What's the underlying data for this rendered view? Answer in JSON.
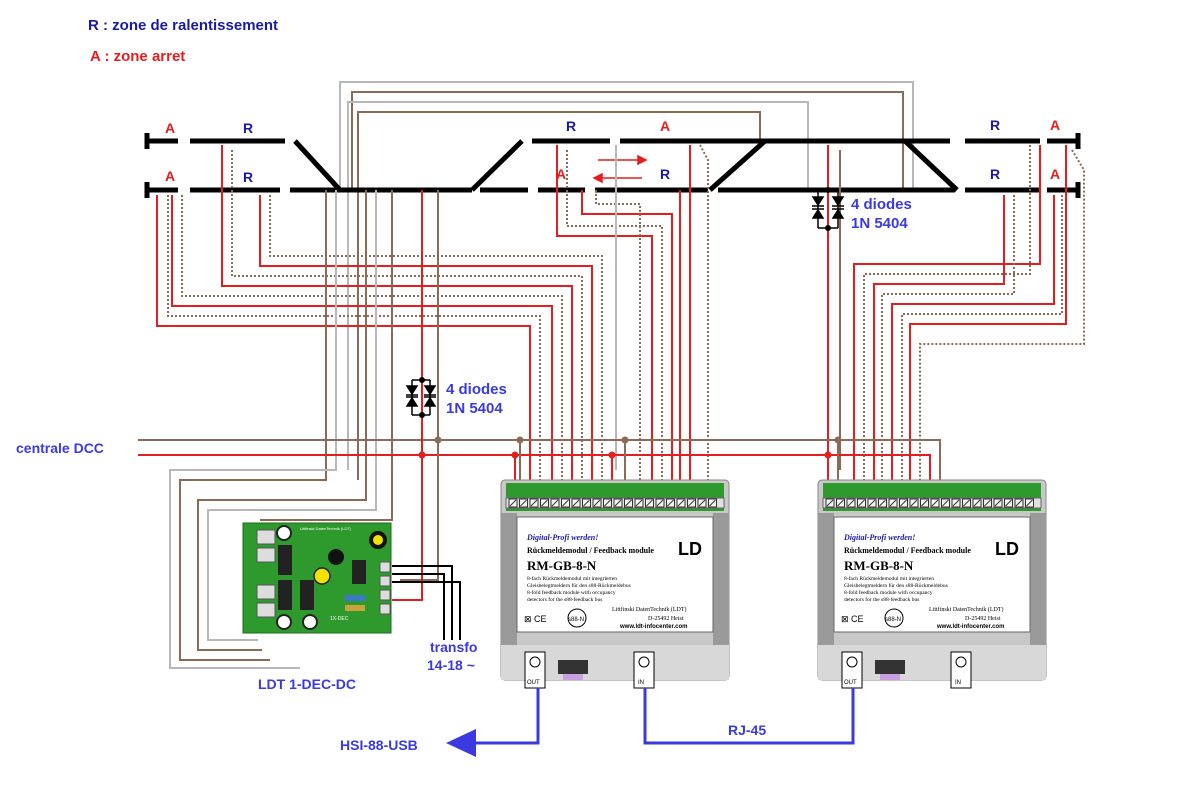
{
  "legend": {
    "r_line": "R : zone de ralentissement",
    "a_line": "A : zone arret"
  },
  "track_labels": {
    "top": [
      "A",
      "R",
      "R",
      "A",
      "R",
      "A"
    ],
    "bottom": [
      "A",
      "R",
      "A",
      "R",
      "R",
      "A"
    ]
  },
  "diodes": {
    "left": {
      "line1": "4 diodes",
      "line2": "1N 5404"
    },
    "right": {
      "line1": "4 diodes",
      "line2": "1N 5404"
    }
  },
  "centrale_label": "centrale DCC",
  "transfo": {
    "line1": "transfo",
    "line2": "14-18 ~"
  },
  "decoder": {
    "label": "LDT 1-DEC-DC",
    "board_title": "Littfinski DatenTechnik (LDT)",
    "board_model": "1X-DEC"
  },
  "modules": [
    {
      "slogan": "Digital-Profi werden!",
      "title": "Rückmeldemodul / Feedback module",
      "model": "RM-GB-8-N",
      "desc1": "8-fach Rückmeldemodul mit integrierten",
      "desc2": "Gleisbelegtmeldern für den s88-Rückmeldebus",
      "desc3": "8-fold feedback module with occupancy",
      "desc4": "detectors for the s88-feedback bus",
      "maker": "Littfinski DatenTechnik (LDT)",
      "city": "D-25492 Heist",
      "web": "www.ldt-infocenter.com",
      "bus_badge": "s88-N",
      "logo": "LD",
      "port_left": "OUT",
      "port_right": "IN"
    },
    {
      "slogan": "Digital-Profi werden!",
      "title": "Rückmeldemodul / Feedback module",
      "model": "RM-GB-8-N",
      "desc1": "8-fach Rückmeldemodul mit integrierten",
      "desc2": "Gleisbelegtmeldern für den s88-Rückmeldebus",
      "desc3": "8-fold feedback module with occupancy",
      "desc4": "detectors for the s88-feedback bus",
      "maker": "Littfinski DatenTechnik (LDT)",
      "city": "D-25492 Heist",
      "web": "www.ldt-infocenter.com",
      "bus_badge": "s88-N",
      "logo": "LD",
      "port_left": "OUT",
      "port_right": "IN"
    }
  ],
  "hsi_label": "HSI-88-USB",
  "rj45_label": "RJ-45",
  "colors": {
    "red": "#e41e1e",
    "brown": "#8b6b55",
    "gray": "#b8b8b8",
    "blue": "#3a3ae0",
    "legend_blue": "#1a1aa0",
    "track": "#000000",
    "pcb_green": "#2e9a2e",
    "module_gray": "#c8c8c8"
  }
}
